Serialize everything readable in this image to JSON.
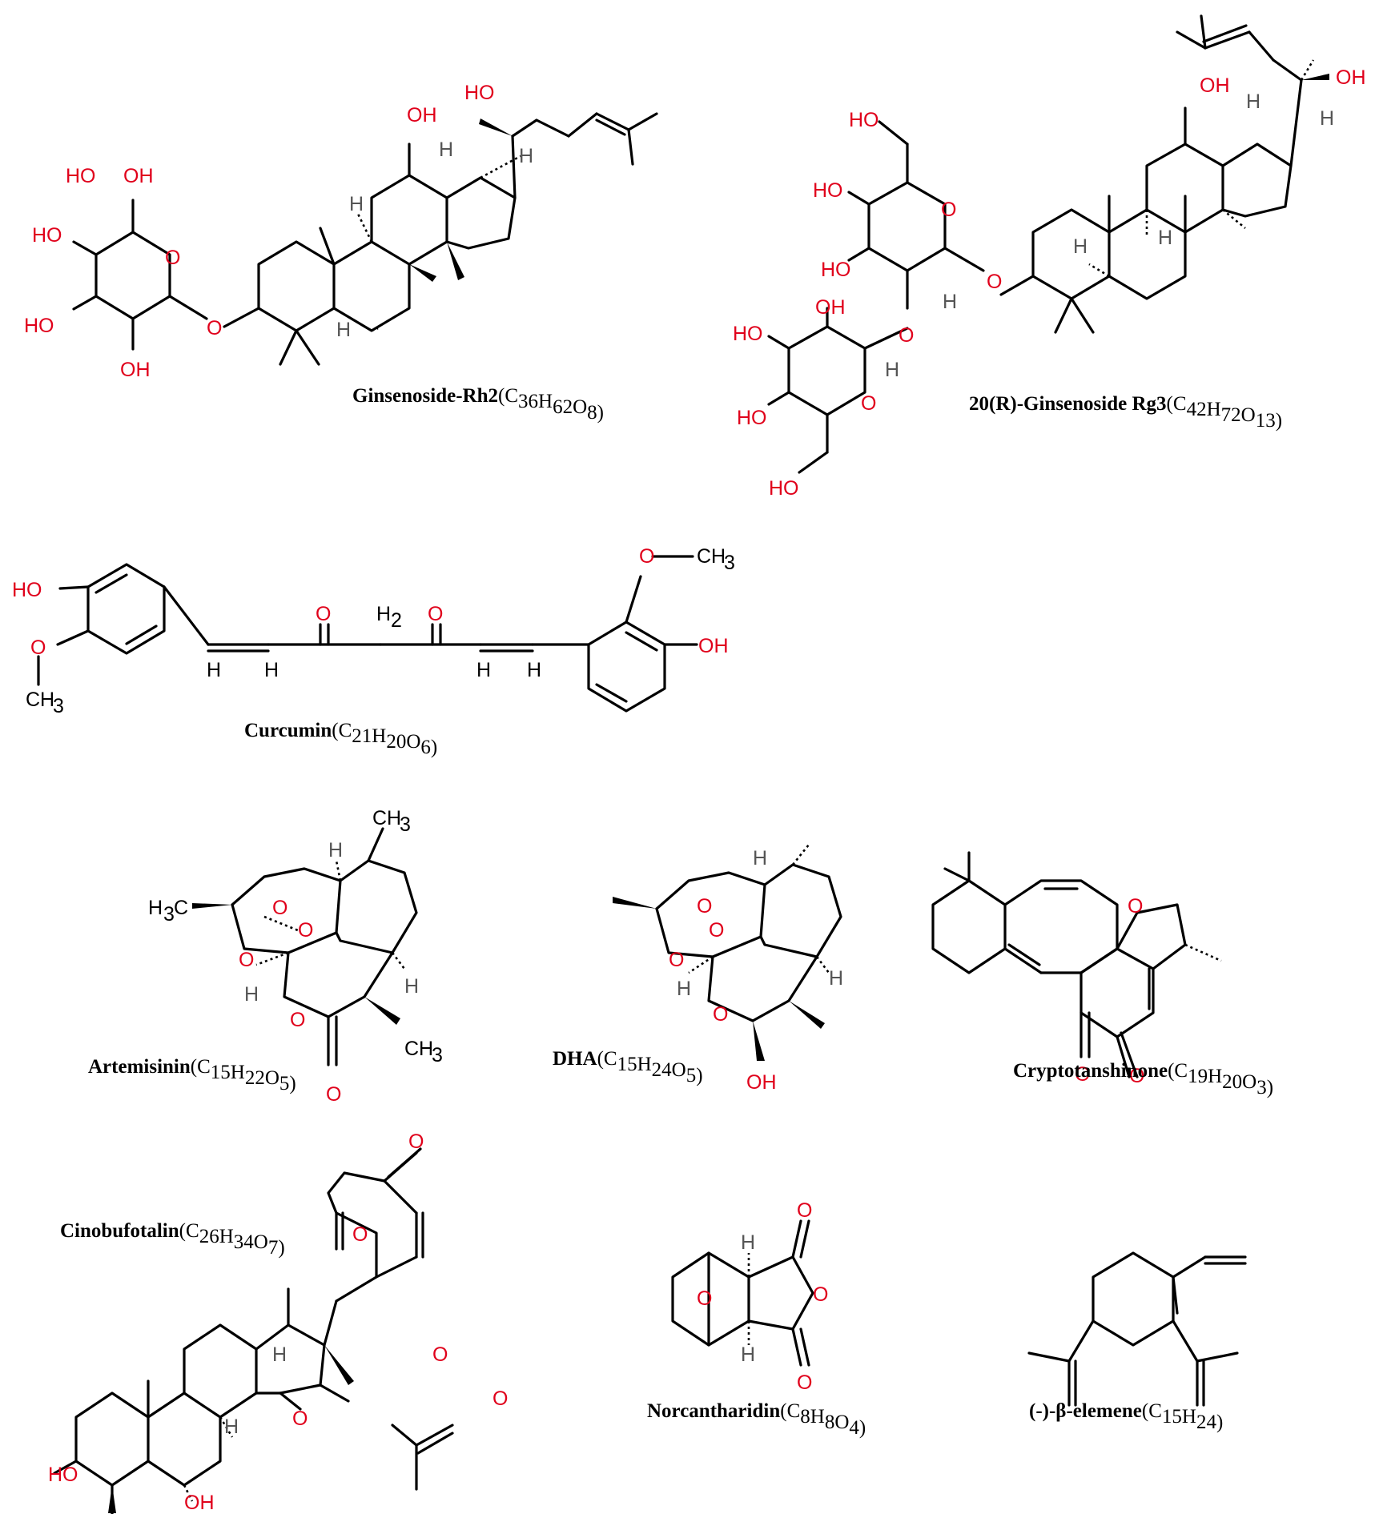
{
  "atoms": {
    "oh": "OH",
    "ho": "HO",
    "o": "O",
    "h": "H",
    "h2": "H",
    "ch3": "CH",
    "h3c": "H",
    "three": "3",
    "two": "2"
  },
  "compounds": [
    {
      "id": "rh2",
      "name": "Ginsenoside-Rh2",
      "formula": [
        [
          "C",
          ""
        ],
        [
          "36",
          "sub"
        ],
        [
          "H",
          ""
        ],
        [
          "62",
          "sub"
        ],
        [
          "O",
          ""
        ],
        [
          "8",
          "sub"
        ]
      ]
    },
    {
      "id": "rg3",
      "name": "20(R)-Ginsenoside Rg3",
      "formula": [
        [
          "C",
          ""
        ],
        [
          "42",
          "sub"
        ],
        [
          "H",
          ""
        ],
        [
          "72",
          "sub"
        ],
        [
          "O",
          ""
        ],
        [
          "13",
          "sub"
        ]
      ]
    },
    {
      "id": "curc",
      "name": "Curcumin",
      "formula": [
        [
          "C",
          ""
        ],
        [
          "21",
          "sub"
        ],
        [
          "H",
          ""
        ],
        [
          "20",
          "sub"
        ],
        [
          "O",
          ""
        ],
        [
          "6",
          "sub"
        ]
      ]
    },
    {
      "id": "art",
      "name": "Artemisinin",
      "formula": [
        [
          "C",
          ""
        ],
        [
          "15",
          "sub"
        ],
        [
          "H",
          ""
        ],
        [
          "22",
          "sub"
        ],
        [
          "O",
          ""
        ],
        [
          "5",
          "sub"
        ]
      ]
    },
    {
      "id": "dha",
      "name": "DHA",
      "formula": [
        [
          "C",
          ""
        ],
        [
          "15",
          "sub"
        ],
        [
          "H",
          ""
        ],
        [
          "24",
          "sub"
        ],
        [
          "O",
          ""
        ],
        [
          "5",
          "sub"
        ]
      ]
    },
    {
      "id": "cryp",
      "name": "Cryptotanshinone",
      "formula": [
        [
          "C",
          ""
        ],
        [
          "19",
          "sub"
        ],
        [
          "H",
          ""
        ],
        [
          "20",
          "sub"
        ],
        [
          "O",
          ""
        ],
        [
          "3",
          "sub"
        ]
      ]
    },
    {
      "id": "cino",
      "name": "Cinobufotalin",
      "formula": [
        [
          "C",
          ""
        ],
        [
          "26",
          "sub"
        ],
        [
          "H",
          ""
        ],
        [
          "34",
          "sub"
        ],
        [
          "O",
          ""
        ],
        [
          "7",
          "sub"
        ]
      ]
    },
    {
      "id": "norc",
      "name": "Norcantharidin",
      "formula": [
        [
          "C",
          ""
        ],
        [
          "8",
          "sub"
        ],
        [
          "H",
          ""
        ],
        [
          "8",
          "sub"
        ],
        [
          "O",
          ""
        ],
        [
          "4",
          "sub"
        ]
      ]
    },
    {
      "id": "elem",
      "name": "(-)-β-elemene",
      "formula": [
        [
          "C",
          ""
        ],
        [
          "15",
          "sub"
        ],
        [
          "H",
          ""
        ],
        [
          "24",
          "sub"
        ]
      ]
    }
  ],
  "colors": {
    "heteroatom": "#e0001b",
    "bond": "#000000",
    "stereo_h": "#555555"
  }
}
